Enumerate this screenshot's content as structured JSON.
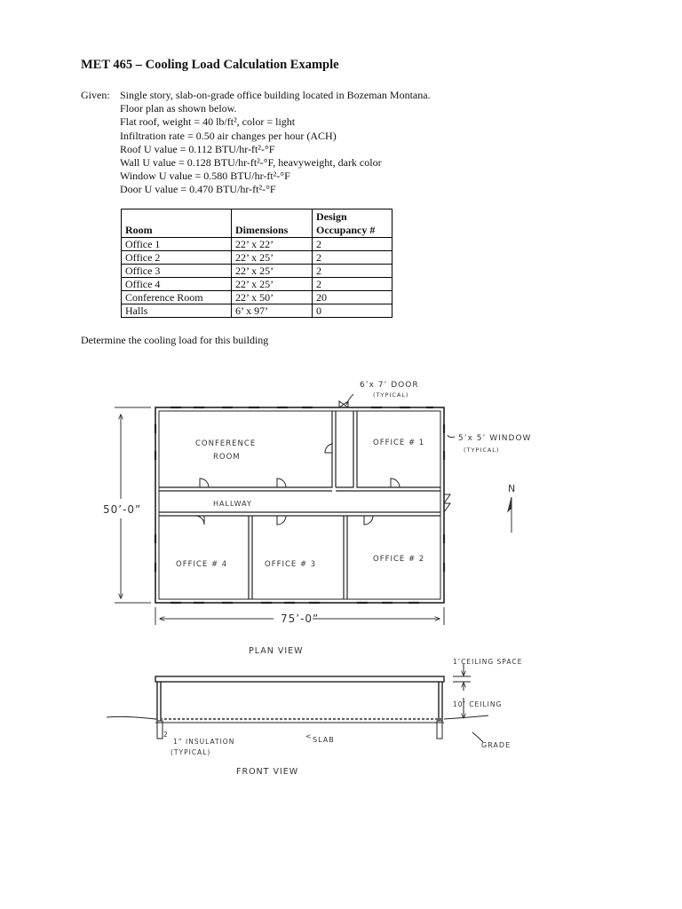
{
  "document": {
    "title": "MET 465 – Cooling Load Calculation Example",
    "given_label": "Given:",
    "given_lines": {
      "line1": "Single story, slab-on-grade office building located in Bozeman Montana.",
      "line2": "Floor plan as shown below.",
      "line3": "Flat roof, weight = 40 lb/ft², color = light",
      "line4": "Infiltration rate = 0.50 air changes per hour (ACH)",
      "line5": "Roof U value = 0.112 BTU/hr-ft²-°F",
      "line6": "Wall U value = 0.128 BTU/hr-ft²-°F, heavyweight, dark color",
      "line7": "Window U value = 0.580 BTU/hr-ft²-°F",
      "line8": "Door U value = 0.470 BTU/hr-ft²-°F"
    },
    "determine": "Determine the cooling load for this building"
  },
  "table": {
    "headers": {
      "room": "Room",
      "dimensions": "Dimensions",
      "design_line1": "Design",
      "design_line2": "Occupancy #"
    },
    "rows": [
      {
        "room": "Office 1",
        "dimensions": "22’ x 22’",
        "occupancy": "2"
      },
      {
        "room": "Office 2",
        "dimensions": "22’ x 25’",
        "occupancy": "2"
      },
      {
        "room": "Office 3",
        "dimensions": "22’ x 25’",
        "occupancy": "2"
      },
      {
        "room": "Office 4",
        "dimensions": "22’ x 25’",
        "occupancy": "2"
      },
      {
        "room": "Conference Room",
        "dimensions": "22’ x 50’",
        "occupancy": "20"
      },
      {
        "room": "Halls",
        "dimensions": "6’ x 97’",
        "occupancy": "0"
      }
    ]
  },
  "sketch": {
    "door_note_line1": "6’x 7’ DOOR",
    "door_note_line2": "(TYPICAL)",
    "window_note_line1": "5’x 5’ WINDOW",
    "window_note_line2": "(TYPICAL)",
    "conference_line1": "CONFERENCE",
    "conference_line2": "ROOM",
    "office1": "OFFICE # 1",
    "office2": "OFFICE # 2",
    "office3": "OFFICE # 3",
    "office4": "OFFICE # 4",
    "hallway": "HALLWAY",
    "north": "N",
    "height_dim": "50’-0”",
    "width_dim": "75’-0”",
    "plan_view": "PLAN VIEW",
    "ceiling_space": "1’CEILING SPACE",
    "ceiling": "10’ CEILING",
    "insulation_line1": "1” INSULATION",
    "insulation_line2": "(TYPICAL)",
    "insulation_mark": "2",
    "slab": "SLAB",
    "slab_mark": "<",
    "grade": "GRADE",
    "front_view": "FRONT VIEW"
  }
}
